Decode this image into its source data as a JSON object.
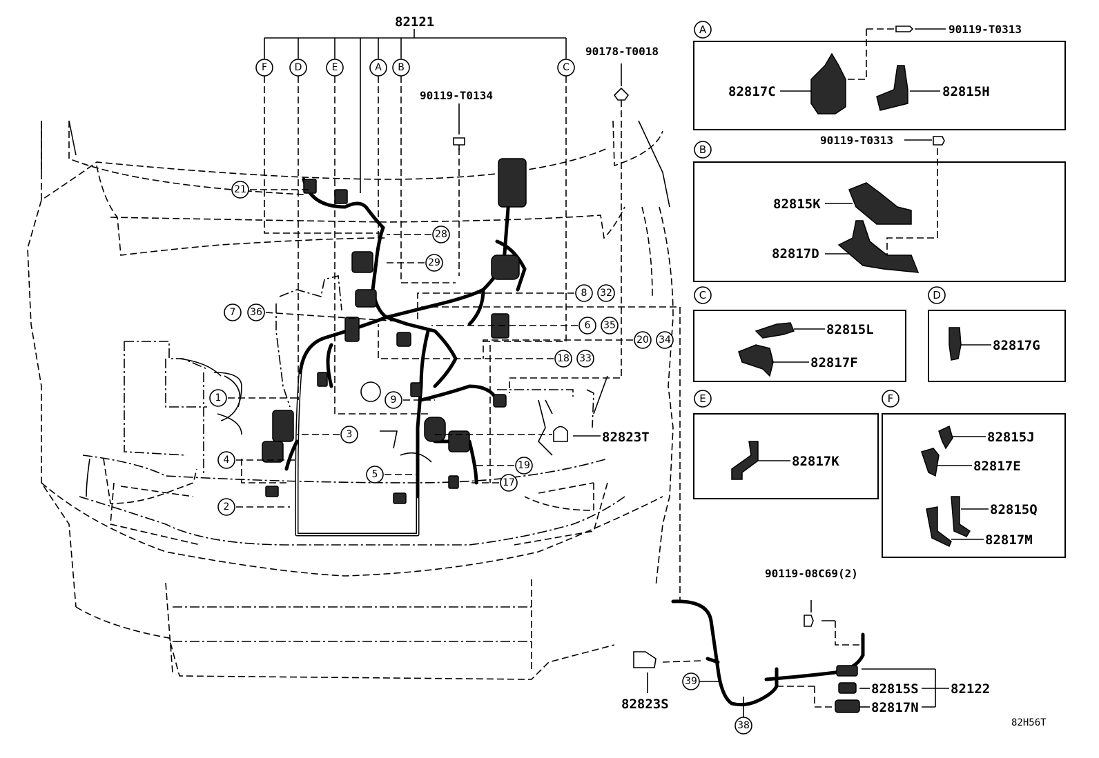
{
  "main_harness": {
    "part": "82121",
    "branches": [
      "F",
      "D",
      "E",
      "A",
      "B",
      "C"
    ]
  },
  "top_parts": {
    "clip_part": "90178-T0018",
    "bolt_part": "90119-T0134"
  },
  "connectors": [
    "21",
    "28",
    "29",
    "7",
    "36",
    "8",
    "32",
    "6",
    "35",
    "20",
    "34",
    "18",
    "33",
    "1",
    "9",
    "3",
    "4",
    "5",
    "19",
    "2",
    "17"
  ],
  "right_labels": {
    "clip_82823T": "82823T"
  },
  "view_A": {
    "letter": "A",
    "bolt": "90119-T0313",
    "left_part": "82817C",
    "right_part": "82815H"
  },
  "view_B": {
    "letter": "B",
    "bolt": "90119-T0313",
    "upper_part": "82815K",
    "lower_part": "82817D"
  },
  "view_C": {
    "letter": "C",
    "upper_part": "82815L",
    "lower_part": "82817F"
  },
  "view_D": {
    "letter": "D",
    "part": "82817G"
  },
  "view_E": {
    "letter": "E",
    "part": "82817K"
  },
  "view_F": {
    "letter": "F",
    "parts": [
      "82815J",
      "82817E",
      "82815Q",
      "82817M"
    ]
  },
  "sub_harness": {
    "part": "82122",
    "bolt": "90119-08C69(2)",
    "bracket": "82815S",
    "bracket2": "82817N",
    "clip": "82823S",
    "connectors": [
      "39",
      "38"
    ]
  },
  "diagram_code": "82H56T"
}
